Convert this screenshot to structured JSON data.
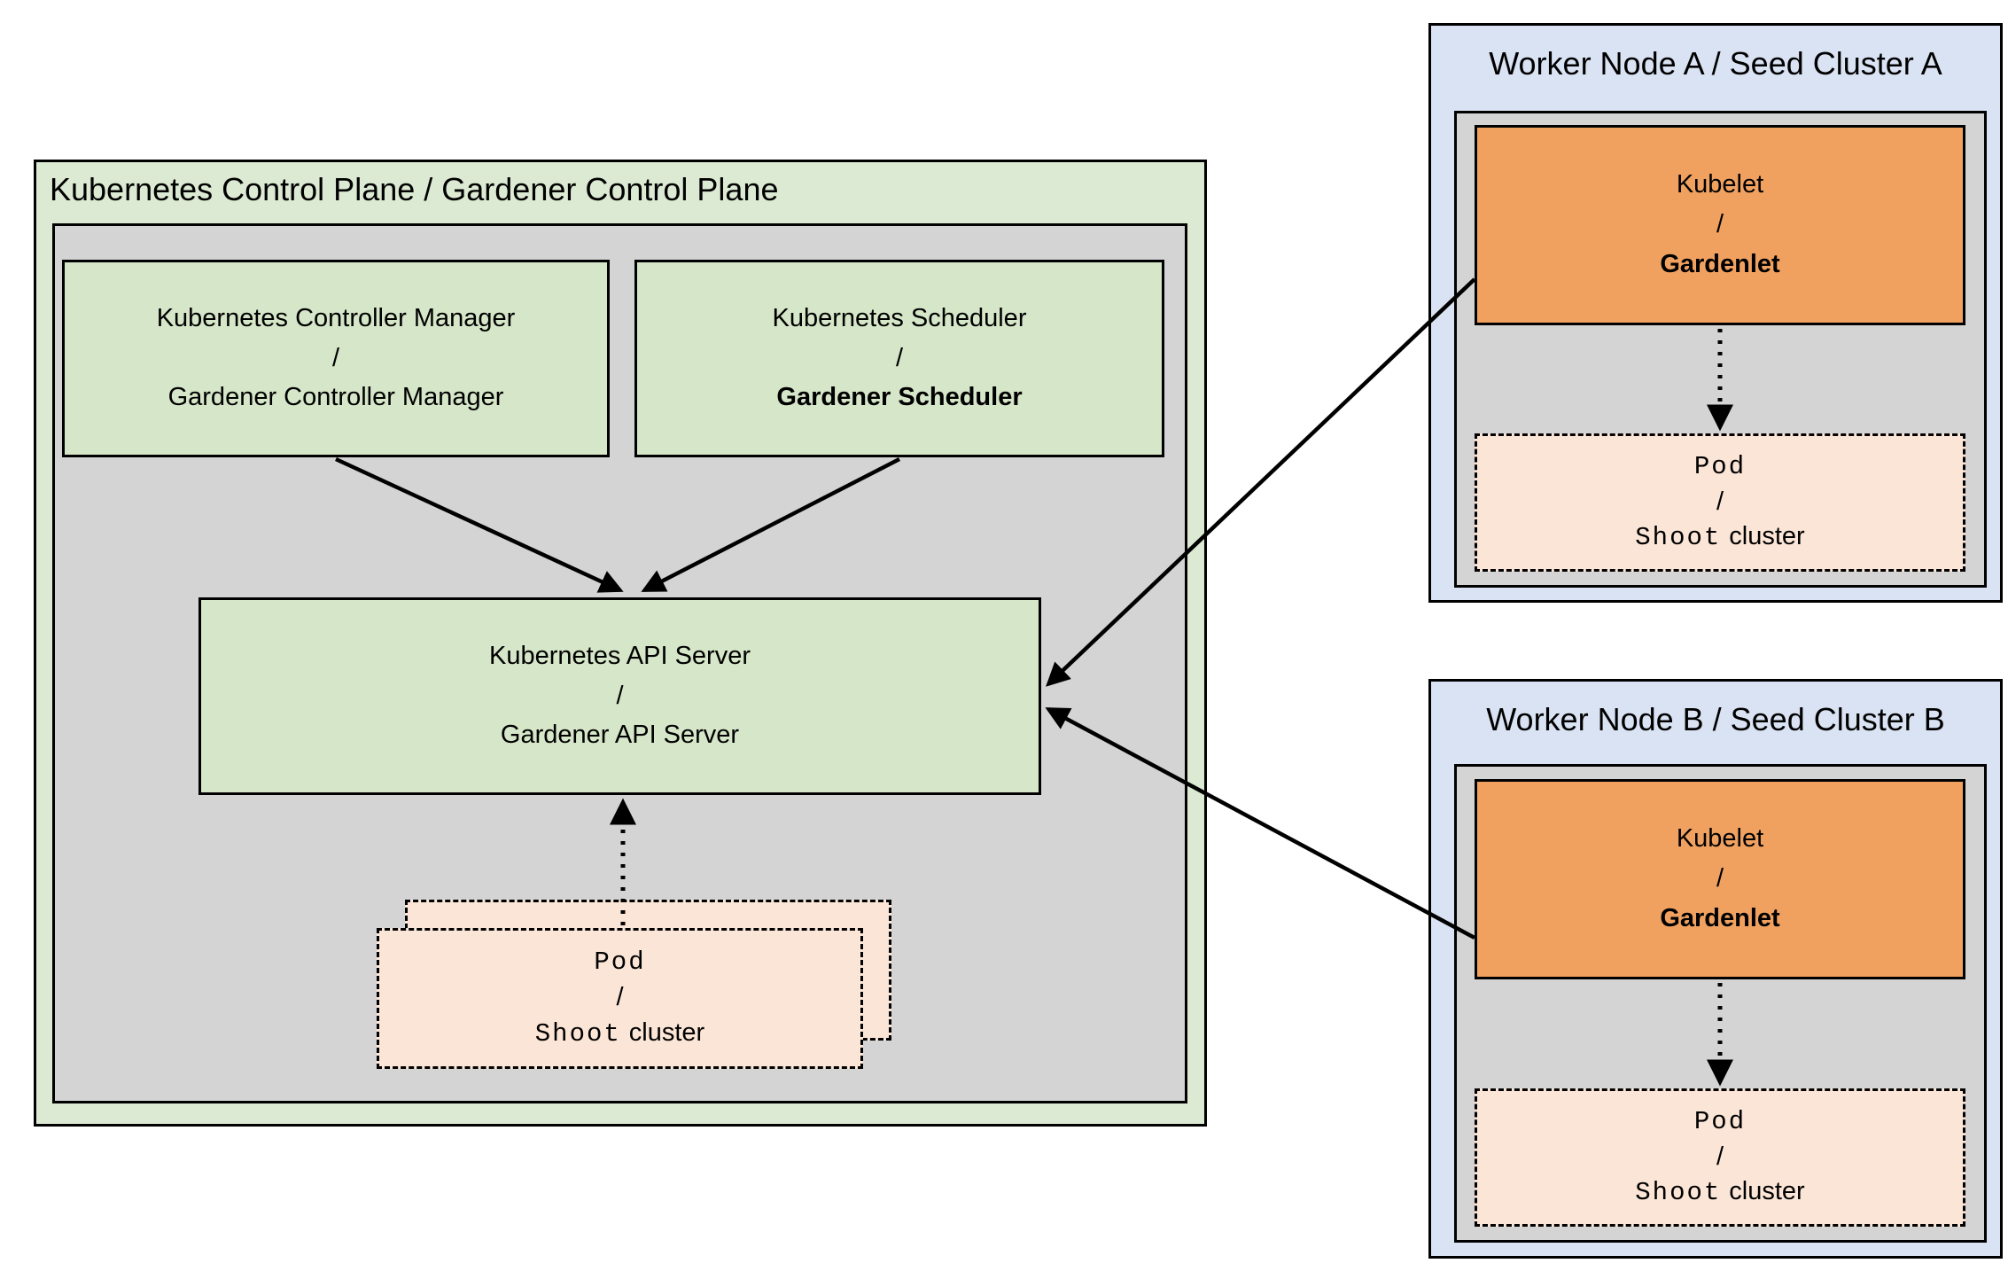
{
  "colors": {
    "green-outer": "#dcead3",
    "green-box": "#d6e6c8",
    "gray-bg": "#d4d4d4",
    "blue-outer": "#dae3f3",
    "orange-box": "#f0a160",
    "peach-box": "#fbe5d6",
    "border": "#000000"
  },
  "control_plane": {
    "title": "Kubernetes Control Plane / Gardener Control Plane",
    "controller_manager": {
      "line1": "Kubernetes Controller Manager",
      "sep": "/",
      "line2": "Gardener Controller Manager"
    },
    "scheduler": {
      "line1": "Kubernetes Scheduler",
      "sep": "/",
      "line2": "Gardener Scheduler"
    },
    "api_server": {
      "line1": "Kubernetes API Server",
      "sep": "/",
      "line2": "Gardener API Server"
    },
    "pod_stack": {
      "line1": "Pod",
      "sep": "/",
      "line2_mono": "Shoot",
      "line2_plain": "cluster"
    }
  },
  "worker_node_a": {
    "title": "Worker Node A / Seed Cluster A",
    "kubelet": {
      "line1": "Kubelet",
      "sep": "/",
      "line2": "Gardenlet"
    },
    "pod": {
      "line1": "Pod",
      "sep": "/",
      "line2_mono": "Shoot",
      "line2_plain": "cluster"
    }
  },
  "worker_node_b": {
    "title": "Worker Node B / Seed Cluster B",
    "kubelet": {
      "line1": "Kubelet",
      "sep": "/",
      "line2": "Gardenlet"
    },
    "pod": {
      "line1": "Pod",
      "sep": "/",
      "line2_mono": "Shoot",
      "line2_plain": "cluster"
    }
  }
}
